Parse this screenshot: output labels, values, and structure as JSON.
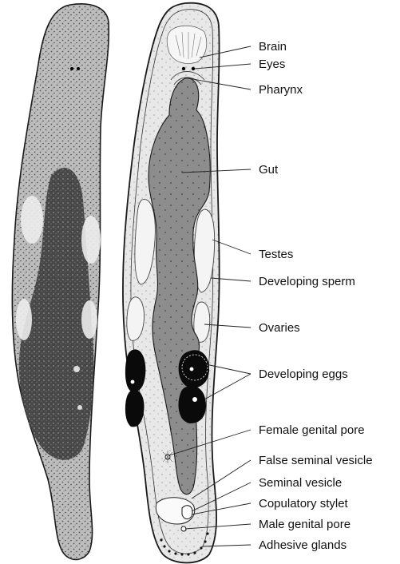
{
  "labels": {
    "brain": "Brain",
    "eyes": "Eyes",
    "pharynx": "Pharynx",
    "gut": "Gut",
    "testes": "Testes",
    "developing_sperm": "Developing sperm",
    "ovaries": "Ovaries",
    "developing_eggs": "Developing eggs",
    "female_genital_pore": "Female genital pore",
    "false_seminal_vesicle": "False seminal vesicle",
    "seminal_vesicle": "Seminal vesicle",
    "copulatory_stylet": "Copulatory stylet",
    "male_genital_pore": "Male genital pore",
    "adhesive_glands": "Adhesive glands"
  },
  "colors": {
    "gut": "#8d8d8d",
    "body_fill": "#e8e8e8",
    "pigment_dark": "#3a3a3a",
    "eggs": "#0a0a0a",
    "outline": "#1a1a1a"
  }
}
